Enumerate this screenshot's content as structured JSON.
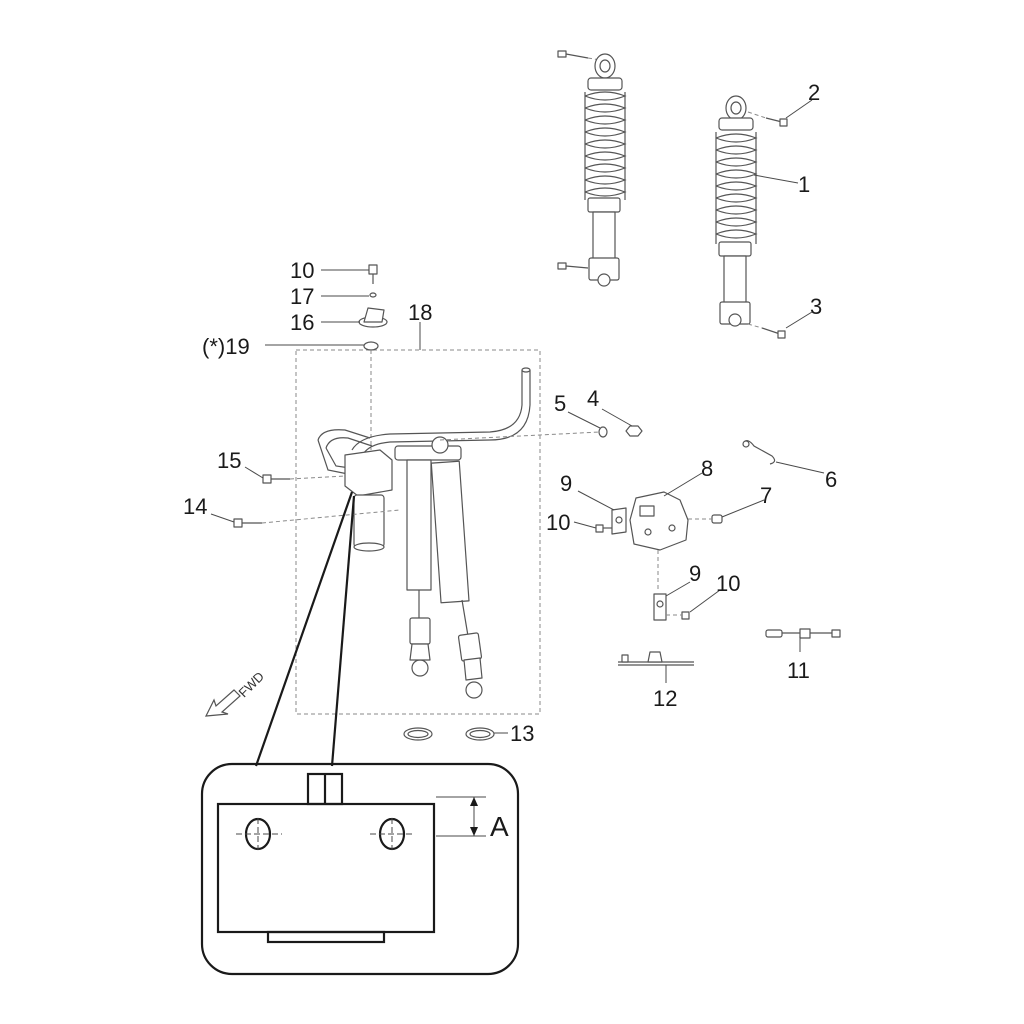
{
  "diagram": {
    "direction_label": "FWD",
    "dimension_label": "A",
    "callouts": {
      "c1": "1",
      "c2": "2",
      "c3": "3",
      "c4": "4",
      "c5": "5",
      "c6": "6",
      "c7": "7",
      "c8": "8",
      "c9a": "9",
      "c9b": "9",
      "c10a": "10",
      "c10b": "10",
      "c10c": "10",
      "c11": "11",
      "c12": "12",
      "c13": "13",
      "c14": "14",
      "c15": "15",
      "c16": "16",
      "c17": "17",
      "c18": "18",
      "c19": "(*)19"
    }
  },
  "colors": {
    "line": "#555555",
    "text": "#1a1a1a",
    "background": "#ffffff"
  }
}
